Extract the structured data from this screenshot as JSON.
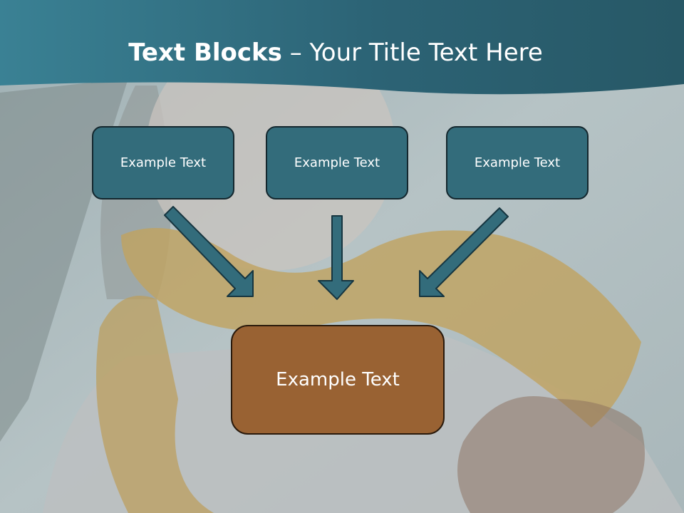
{
  "title": {
    "bold": "Text Blocks",
    "separator": " – ",
    "rest": "Your Title Text Here"
  },
  "boxes": {
    "top": [
      "Example Text",
      "Example Text",
      "Example Text"
    ],
    "bottom": "Example Text"
  },
  "colors": {
    "header": "#2f6778",
    "box": "#336c7b",
    "arrow": "#336c7b",
    "bottom_box": "#996233",
    "text": "#ffffff"
  }
}
